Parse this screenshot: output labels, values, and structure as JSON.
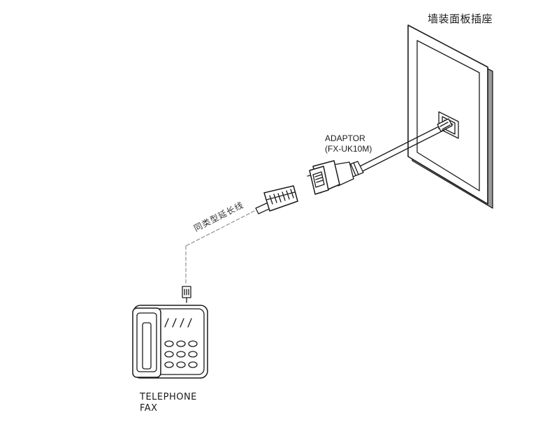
{
  "labels": {
    "wall_socket": "墙装面板插座",
    "adaptor_name": "ADAPTOR",
    "adaptor_model": "(FX-UK10M)",
    "extension_cable": "同类型延长线",
    "device_line1": "TELEPHONE",
    "device_line2": "FAX"
  },
  "colors": {
    "line": "#1a1a1a",
    "panel_shadow": "#9a9a9a",
    "panel_fill": "#ffffff",
    "dash": "#888888"
  },
  "icons": {
    "wall_panel": "wall-socket-panel-icon",
    "adaptor": "uk-adaptor-icon",
    "plug": "rj11-plug-icon",
    "phone": "telephone-fax-icon"
  }
}
